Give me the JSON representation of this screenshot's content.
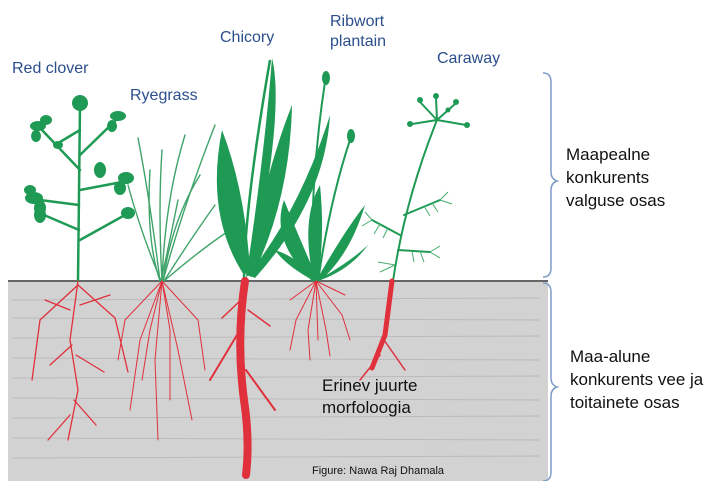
{
  "plants": [
    {
      "name": "Red clover"
    },
    {
      "name": "Ryegrass"
    },
    {
      "name": "Chicory"
    },
    {
      "name": "Ribwort plantain"
    },
    {
      "name": "Caraway"
    }
  ],
  "above_ground_label": "Maapealne konkurents valguse osas",
  "below_ground_label": "Maa-alune konkurents vee ja toitainete osas",
  "soil_label": "Erinev juurte morfoloogia",
  "credit": "Figure: Nawa Raj Dhamala",
  "colors": {
    "foliage": "#1f9a55",
    "root": "#e0303c",
    "soil": "#d2d2d2",
    "label": "#2b4f8c"
  }
}
